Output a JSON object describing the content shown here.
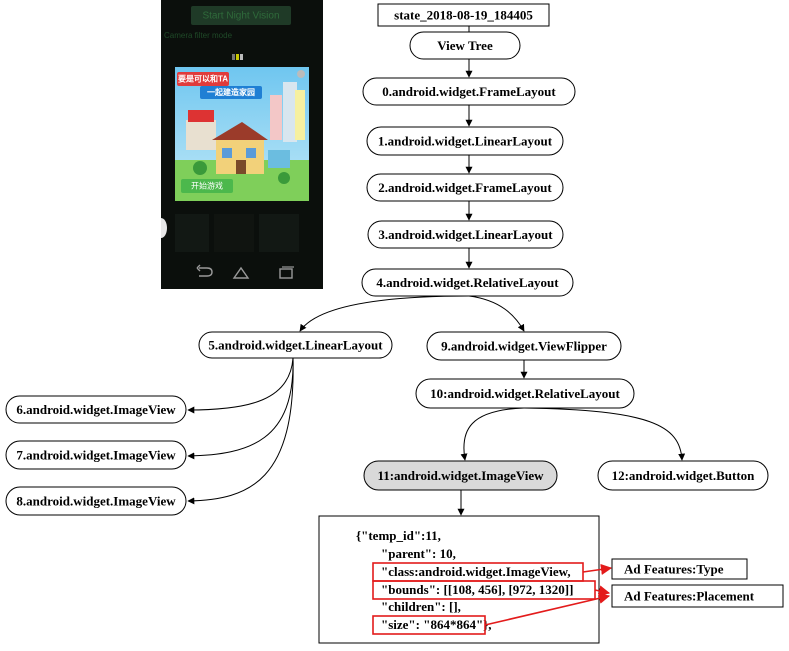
{
  "phone": {
    "app_title": "Start Night Vision",
    "subtitle": "Camera filter mode",
    "ad_headline_1": "要是可以和TA",
    "ad_headline_2": "一起建造家园",
    "ad_button": "开始游戏",
    "nav_icons": [
      "back-icon",
      "home-icon",
      "recents-icon"
    ]
  },
  "tree": {
    "state": "state_2018-08-19_184405",
    "root": "View Tree",
    "nodes": [
      "0.android.widget.FrameLayout",
      "1.android.widget.LinearLayout",
      "2.android.widget.FrameLayout",
      "3.android.widget.LinearLayout",
      "4.android.widget.RelativeLayout",
      "5.android.widget.LinearLayout",
      "9.android.widget.ViewFlipper",
      "6.android.widget.ImageView",
      "7.android.widget.ImageView",
      "8.android.widget.ImageView",
      "10:android.widget.RelativeLayout",
      "11:android.widget.ImageView",
      "12:android.widget.Button"
    ]
  },
  "json_box": {
    "lines": [
      "{\"temp_id\":11,",
      "\"parent\": 10,",
      "\"class:android.widget.ImageView,",
      "\"bounds\": [[108, 456], [972, 1320]]",
      "\"children\": [],",
      "\"size\": \"864*864\"},"
    ]
  },
  "features": {
    "type_label": "Ad Features:Type",
    "placement_label": "Ad Features:Placement"
  },
  "colors": {
    "highlight_red": "#e31b1b",
    "selected_node_fill": "#d9d9d9"
  }
}
